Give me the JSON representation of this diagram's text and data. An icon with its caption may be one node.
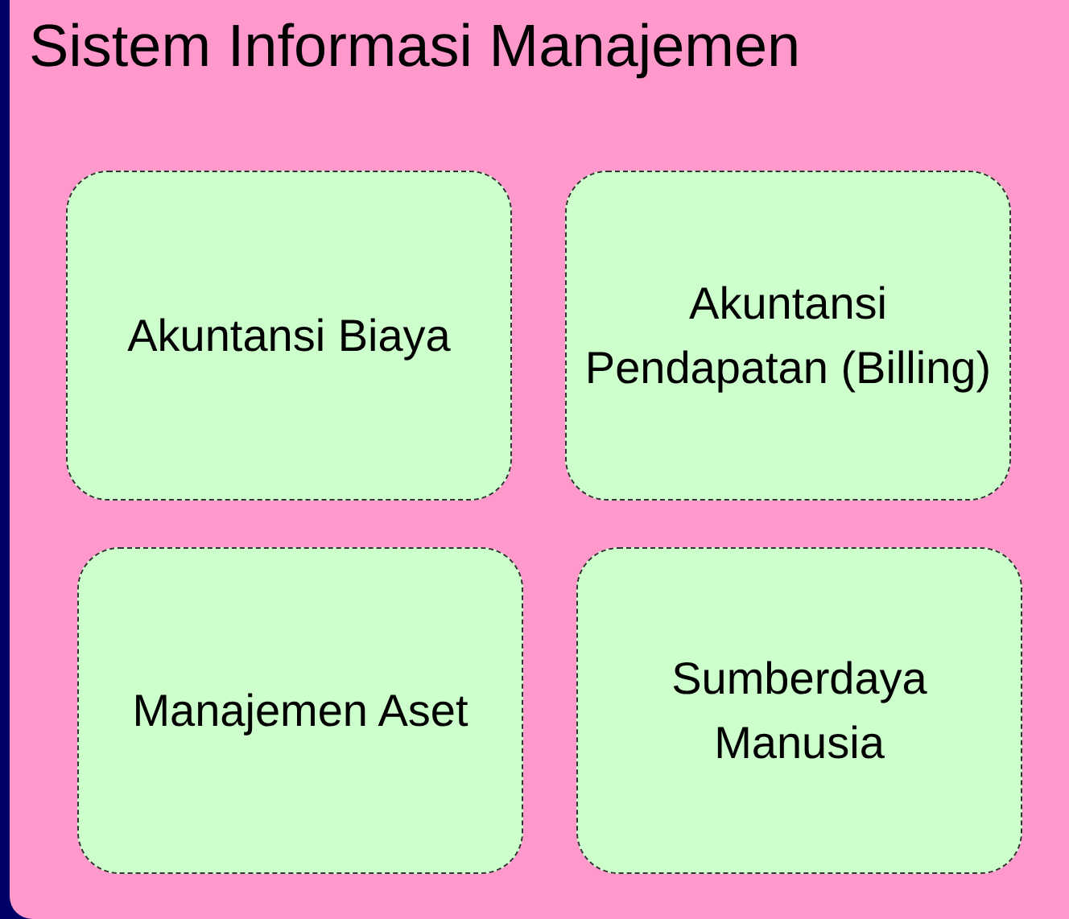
{
  "diagram": {
    "nodes": [
      {
        "text": [
          "Sistem Informasi Manajemen"
        ]
      },
      {
        "text": [
          "Akuntansi Biaya"
        ],
        "in": 0
      },
      {
        "text": [
          "Akuntansi Pendapatan (Billing)"
        ],
        "in": 0
      },
      {
        "text": [
          "Manajemen Aset"
        ],
        "in": 0
      },
      {
        "text": [
          "Sumberdaya Manusia"
        ],
        "in": 0
      }
    ]
  }
}
